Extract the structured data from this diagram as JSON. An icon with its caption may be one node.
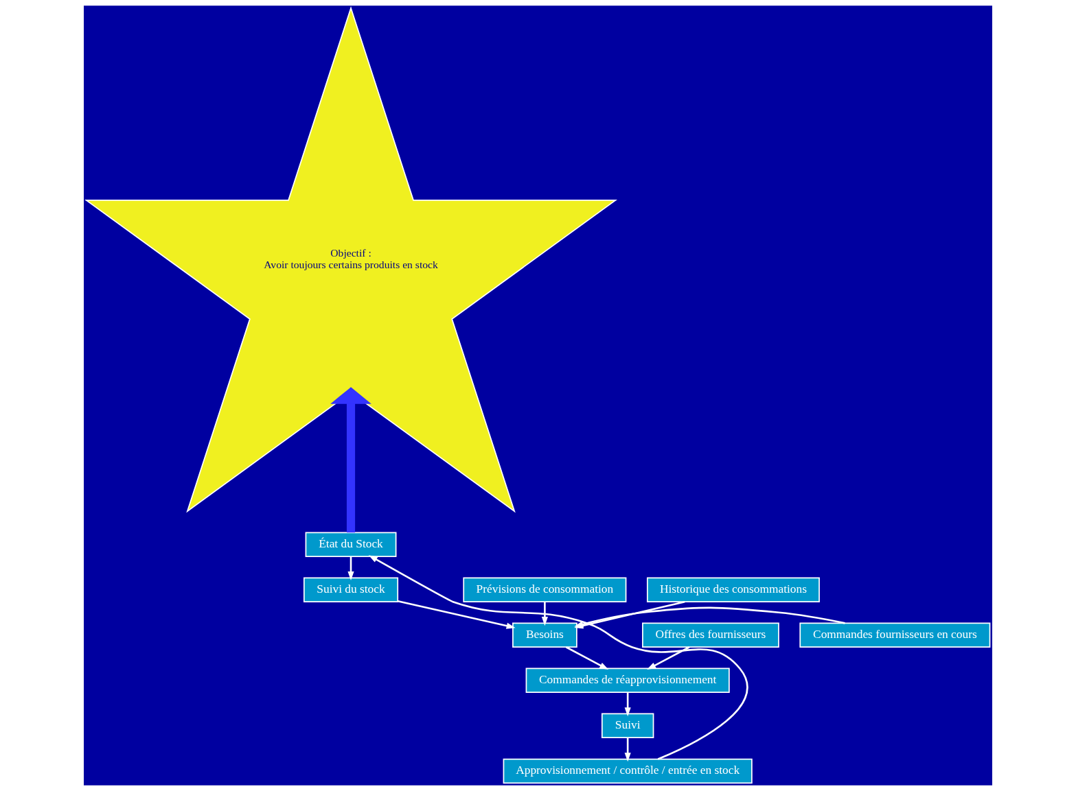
{
  "diagram": {
    "nodes": [
      {
        "text": [
          "Objectif :",
          "Avoir toujours certains produits en stock"
        ]
      },
      {
        "text": [
          "État du Stock"
        ]
      },
      {
        "text": [
          "Prévisions de consommation"
        ]
      },
      {
        "text": [
          "Suivi du stock"
        ]
      },
      {
        "text": [
          "Historique des consommations"
        ]
      },
      {
        "text": [
          "Besoins"
        ]
      },
      {
        "text": [
          "Commandes fournisseurs en cours"
        ]
      },
      {
        "text": [
          "Offres des fournisseurs"
        ]
      },
      {
        "text": [
          "Commandes de réapprovisionnement"
        ]
      },
      {
        "text": [
          "Suivi"
        ]
      },
      {
        "text": [
          "Approvisionnement / contrôle / entrée en stock"
        ]
      }
    ],
    "edges": [
      {
        "from": 1,
        "to": 0,
        "arrow": "to",
        "style": "thick",
        "color": "#3333ff"
      },
      {
        "from": 1,
        "to": 3,
        "arrow": "to"
      },
      {
        "from": 2,
        "to": 5,
        "arrow": "to"
      },
      {
        "from": 3,
        "to": 5,
        "arrow": "to"
      },
      {
        "from": 4,
        "to": 5,
        "arrow": "to"
      },
      {
        "from": 6,
        "to": 5,
        "arrow": "to"
      },
      {
        "from": 5,
        "to": 8,
        "arrow": "to"
      },
      {
        "from": 7,
        "to": 8,
        "arrow": "to"
      },
      {
        "from": 8,
        "to": 9,
        "arrow": "to"
      },
      {
        "from": 9,
        "to": 10,
        "arrow": "to"
      },
      {
        "from": 10,
        "to": 1,
        "arrow": "to"
      }
    ]
  }
}
